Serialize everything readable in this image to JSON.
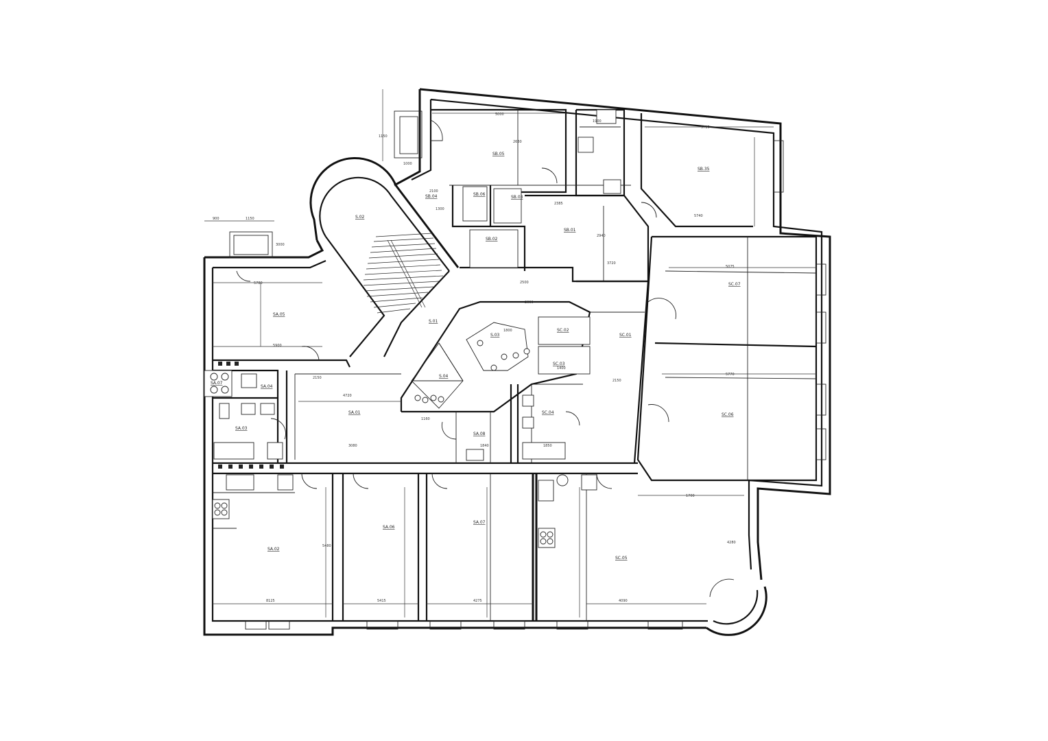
{
  "rooms": [
    {
      "id": "SB.05"
    },
    {
      "id": "SB.06"
    },
    {
      "id": "SB.03"
    },
    {
      "id": "SB.04"
    },
    {
      "id": "SB.02"
    },
    {
      "id": "SB.01"
    },
    {
      "id": "SB.35"
    },
    {
      "id": "S.02"
    },
    {
      "id": "S.01"
    },
    {
      "id": "S.03"
    },
    {
      "id": "S.04"
    },
    {
      "id": "SA.05"
    },
    {
      "id": "SA.07"
    },
    {
      "id": "SA.04"
    },
    {
      "id": "SA.03"
    },
    {
      "id": "SA.01"
    },
    {
      "id": "SA.08"
    },
    {
      "id": "SA.02"
    },
    {
      "id": "SA.06"
    },
    {
      "id": "SA.07"
    },
    {
      "id": "SC.01"
    },
    {
      "id": "SC.02"
    },
    {
      "id": "SC.03"
    },
    {
      "id": "SC.04"
    },
    {
      "id": "SC.05"
    },
    {
      "id": "SC.06"
    },
    {
      "id": "SC.07"
    }
  ],
  "dimensions": [
    "5000",
    "2630",
    "1900",
    "1150",
    "900",
    "3000",
    "2150",
    "5480",
    "5075",
    "5770",
    "5725",
    "3720",
    "2385",
    "2150",
    "1800",
    "2940",
    "4280",
    "1150",
    "1000",
    "5780",
    "8125",
    "5415",
    "4275",
    "5900",
    "3080",
    "1840",
    "5740",
    "4090",
    "2500",
    "4720",
    "2100",
    "1700",
    "2600",
    "1160",
    "1400",
    "1850",
    "1300"
  ]
}
